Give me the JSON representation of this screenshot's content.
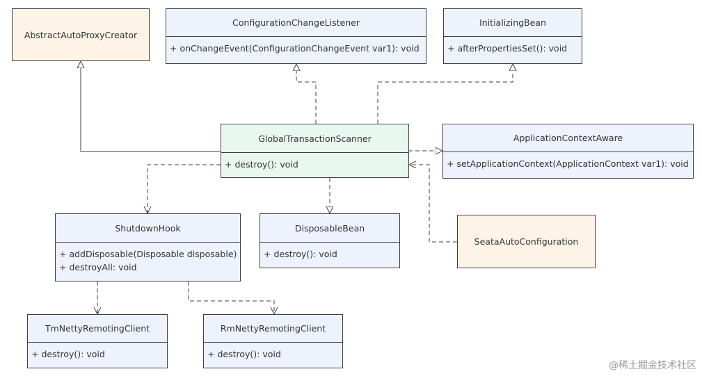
{
  "classes": {
    "abstract_auto_proxy_creator": {
      "name": "AbstractAutoProxyCreator"
    },
    "configuration_change_listener": {
      "name": "ConfigurationChangeListener",
      "members": [
        "+ onChangeEvent(ConfigurationChangeEvent var1): void"
      ]
    },
    "initializing_bean": {
      "name": "InitializingBean",
      "members": [
        "+ afterPropertiesSet(): void"
      ]
    },
    "global_transaction_scanner": {
      "name": "GlobalTransactionScanner",
      "members": [
        "+ destroy(): void"
      ]
    },
    "application_context_aware": {
      "name": "ApplicationContextAware",
      "members": [
        "+ setApplicationContext(ApplicationContext var1): void"
      ]
    },
    "shutdown_hook": {
      "name": "ShutdownHook",
      "members": [
        "+ addDisposable(Disposable disposable)",
        "+ destroyAll: void"
      ]
    },
    "disposable_bean": {
      "name": "DisposableBean",
      "members": [
        "+ destroy(): void"
      ]
    },
    "seata_auto_configuration": {
      "name": "SeataAutoConfiguration"
    },
    "tm_netty_remoting_client": {
      "name": "TmNettyRemotingClient",
      "members": [
        "+ destroy(): void"
      ]
    },
    "rm_netty_remoting_client": {
      "name": "RmNettyRemotingClient",
      "members": [
        "+ destroy(): void"
      ]
    }
  },
  "relations": [
    {
      "from": "GlobalTransactionScanner",
      "to": "AbstractAutoProxyCreator",
      "kind": "generalization"
    },
    {
      "from": "GlobalTransactionScanner",
      "to": "ConfigurationChangeListener",
      "kind": "realization"
    },
    {
      "from": "GlobalTransactionScanner",
      "to": "InitializingBean",
      "kind": "realization"
    },
    {
      "from": "GlobalTransactionScanner",
      "to": "ApplicationContextAware",
      "kind": "realization"
    },
    {
      "from": "GlobalTransactionScanner",
      "to": "DisposableBean",
      "kind": "realization"
    },
    {
      "from": "GlobalTransactionScanner",
      "to": "ShutdownHook",
      "kind": "dependency"
    },
    {
      "from": "SeataAutoConfiguration",
      "to": "GlobalTransactionScanner",
      "kind": "dependency"
    },
    {
      "from": "ShutdownHook",
      "to": "TmNettyRemotingClient",
      "kind": "dependency"
    },
    {
      "from": "ShutdownHook",
      "to": "RmNettyRemotingClient",
      "kind": "dependency"
    }
  ],
  "watermark": "@稀土掘金技术社区",
  "colors": {
    "interface_fill": "#eef2fc",
    "class_fill": "#fdf3e6",
    "focus_fill": "#e9f7f1",
    "line": "#3f3f3f"
  }
}
